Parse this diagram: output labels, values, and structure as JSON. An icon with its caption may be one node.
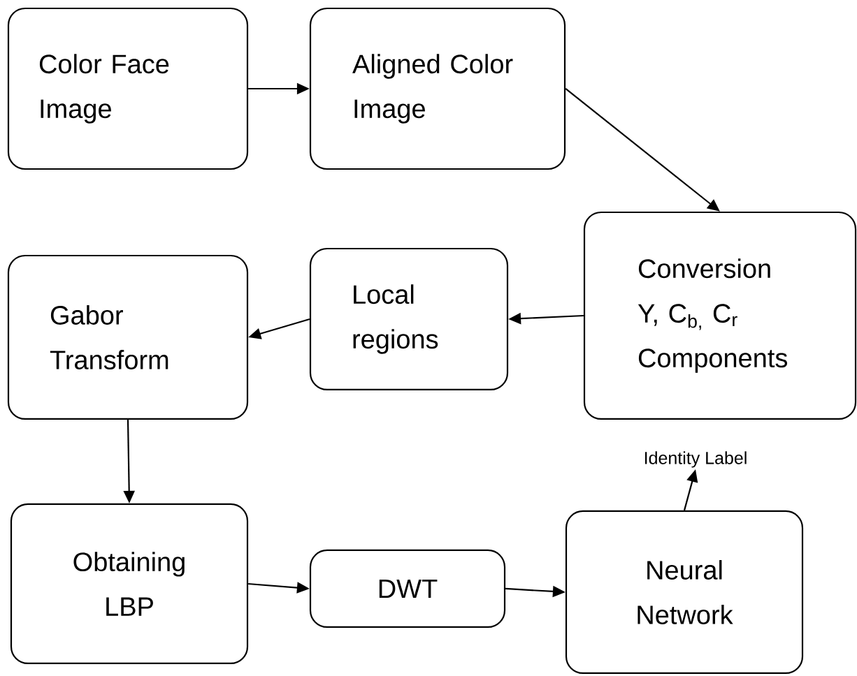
{
  "diagram": {
    "nodes": [
      {
        "text": [
          "Color Face Image"
        ]
      },
      {
        "text": [
          "Aligned Color Image"
        ]
      },
      {
        "text": [
          "Conversion Y, C$_{b,}$ C$_{r}$ Components"
        ]
      },
      {
        "text": [
          "Local regions"
        ]
      },
      {
        "text": [
          "Gabor Transform"
        ]
      },
      {
        "text": [
          "Obtaining LBP"
        ]
      },
      {
        "text": [
          "DWT"
        ]
      },
      {
        "text": [
          "Neural Network"
        ]
      },
      {
        "text": [
          "Identity Label"
        ]
      }
    ],
    "edges": [
      {
        "from": 0,
        "to": 1,
        "arrow": "to"
      },
      {
        "from": 1,
        "to": 2,
        "arrow": "to"
      },
      {
        "from": 2,
        "to": 3,
        "arrow": "to"
      },
      {
        "from": 3,
        "to": 4,
        "arrow": "to"
      },
      {
        "from": 4,
        "to": 5,
        "arrow": "to"
      },
      {
        "from": 5,
        "to": 6,
        "arrow": "to"
      },
      {
        "from": 6,
        "to": 7,
        "arrow": "to"
      },
      {
        "from": 7,
        "to": 8,
        "arrow": "to"
      }
    ]
  }
}
